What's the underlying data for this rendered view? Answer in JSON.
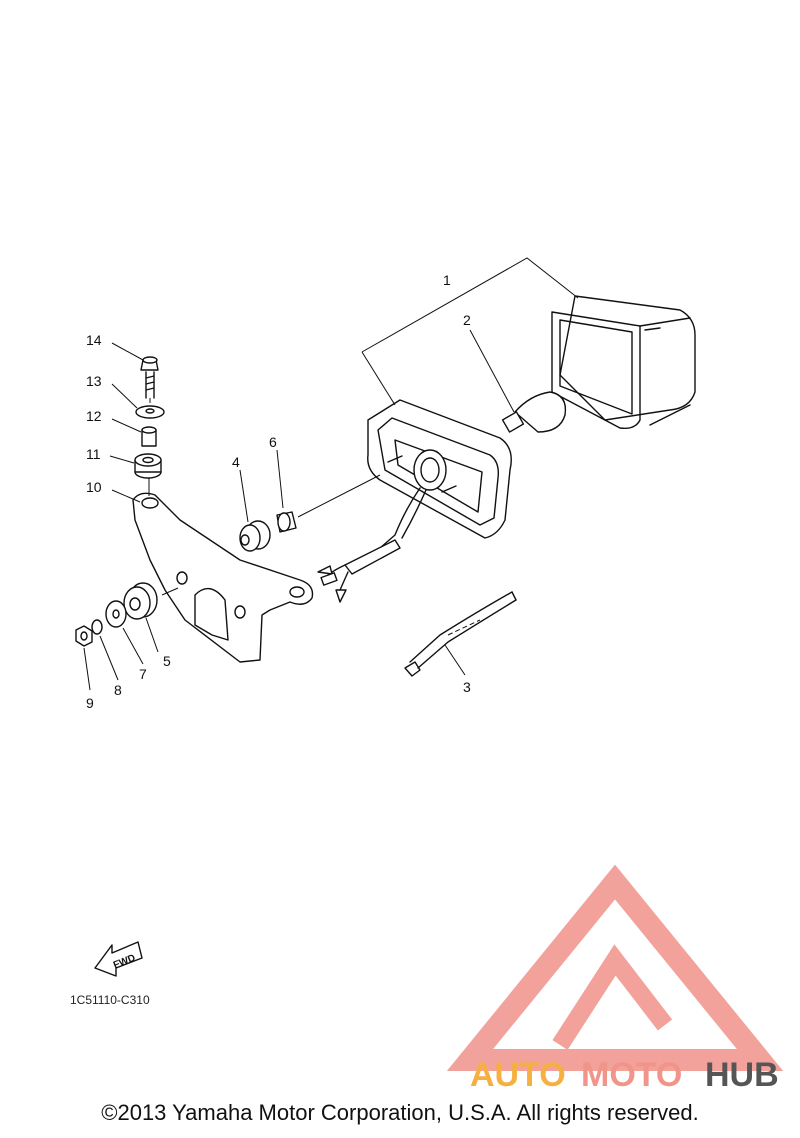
{
  "diagram_code": "1C51110-C310",
  "copyright": "©2013 Yamaha Motor Corporation, U.S.A. All rights reserved.",
  "fwd_label": "FWD",
  "watermark": {
    "part1": "AUTO",
    "part2": "MOTO",
    "part3": "HUB",
    "color_a": "#f5b041",
    "color_b": "#f1948a",
    "color_c": "#555555"
  },
  "callouts": [
    "1",
    "2",
    "3",
    "4",
    "5",
    "6",
    "7",
    "8",
    "9",
    "10",
    "11",
    "12",
    "13",
    "14"
  ]
}
